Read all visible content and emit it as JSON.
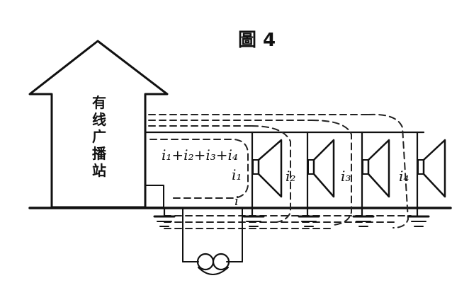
{
  "figure": {
    "title": "圖 4"
  },
  "station": {
    "label_lines": [
      "有",
      "线",
      "广",
      "播",
      "站"
    ]
  },
  "currents": {
    "sum": "i₁+i₂+i₃+i₄",
    "i1": "i₁",
    "i2": "i₂",
    "i3": "i₃",
    "i4": "i₄",
    "return": "i"
  },
  "colors": {
    "ink": "#111111",
    "paper": "#ffffff"
  }
}
